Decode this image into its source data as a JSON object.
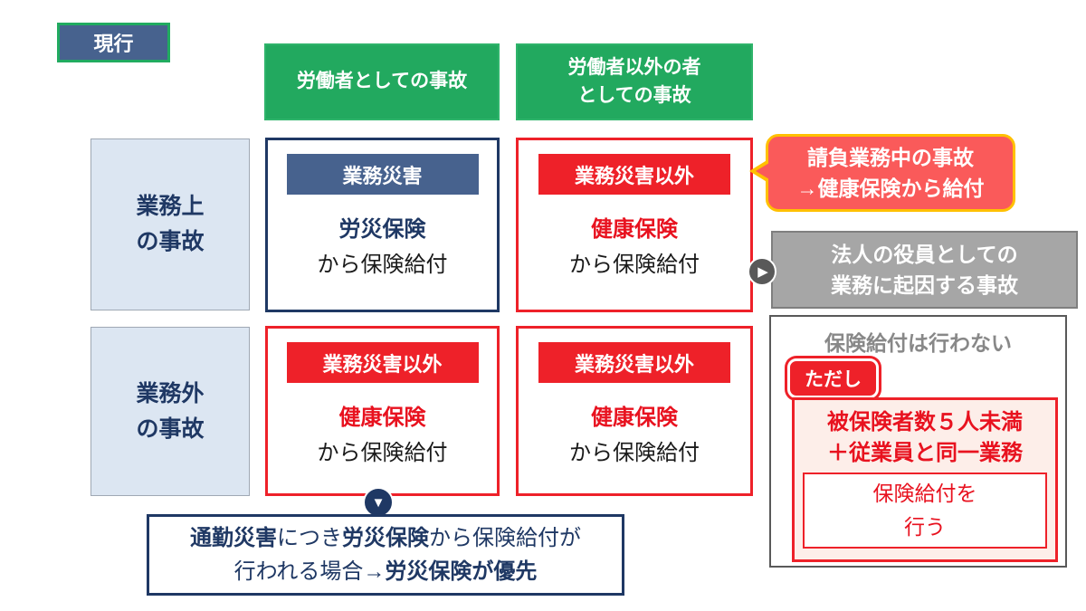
{
  "badge": {
    "label": "現行"
  },
  "columns": [
    {
      "label": "労働者としての事故"
    },
    {
      "line1": "労働者以外の者",
      "line2": "としての事故"
    }
  ],
  "rows": [
    {
      "line1": "業務上",
      "line2": "の事故"
    },
    {
      "line1": "業務外",
      "line2": "の事故"
    }
  ],
  "cells": [
    {
      "header": "業務災害",
      "insurance": "労災保険",
      "suffix": "から保険給付"
    },
    {
      "header": "業務災害以外",
      "insurance": "健康保険",
      "suffix": "から保険給付"
    },
    {
      "header": "業務災害以外",
      "insurance": "健康保険",
      "suffix": "から保険給付"
    },
    {
      "header": "業務災害以外",
      "insurance": "健康保険",
      "suffix": "から保険給付"
    }
  ],
  "callout": {
    "line1": "請負業務中の事故",
    "line2": "→健康保険から給付"
  },
  "officer": {
    "line1": "法人の役員としての",
    "line2": "業務に起因する事故"
  },
  "no_benefit": {
    "title": "保険給付は行わない",
    "badge": "ただし",
    "condition_line1": "被保険者数５人未満",
    "condition_line2": "＋従業員と同一業務",
    "result_line1": "保険給付を",
    "result_line2": "行う"
  },
  "commute_note": {
    "b1": "通勤災害",
    "t1": "につき",
    "b2": "労災保険",
    "t2": "から保険給付が",
    "t3": "行われる場合→",
    "b3": "労災保険が優先"
  },
  "icons": {
    "right_arrow": "▶",
    "down_arrow": "▼"
  },
  "colors": {
    "navy": "#1f3864",
    "slate_blue": "#47628e",
    "green": "#22a95f",
    "light_blue": "#dce6f2",
    "red": "#ee2129",
    "callout_red": "#fa5a5a",
    "gold": "#ffc000",
    "gray_fill": "#a6a6a6",
    "dark_gray": "#595959",
    "text_gray": "#888888",
    "pink": "#fdeee9"
  }
}
